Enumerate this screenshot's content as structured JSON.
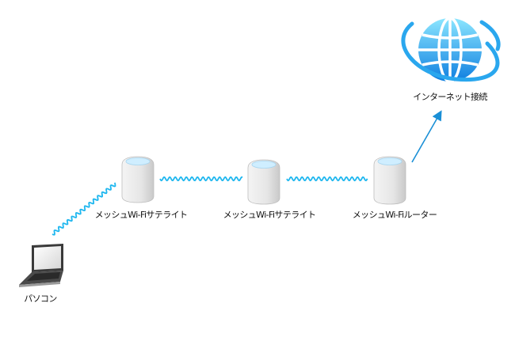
{
  "diagram": {
    "internet_label": "インターネット接続",
    "router_label": "メッシュWi-Fiルーター",
    "satellite_middle_label": "メッシュWi-Fiサテライト",
    "satellite_left_label": "メッシュWi-Fiサテライト",
    "pc_label": "パソコン"
  },
  "colors": {
    "wave": "#1fb7ef",
    "arrow": "#1a8fd6",
    "globe_light": "#7fe0ff",
    "globe_dark": "#1280e0",
    "device_body": "#e9e9e9",
    "device_top": "#cfeeff"
  },
  "icons": {
    "internet": "globe-icon",
    "router": "mesh-router-icon",
    "satellite": "mesh-satellite-icon",
    "pc": "laptop-icon"
  }
}
